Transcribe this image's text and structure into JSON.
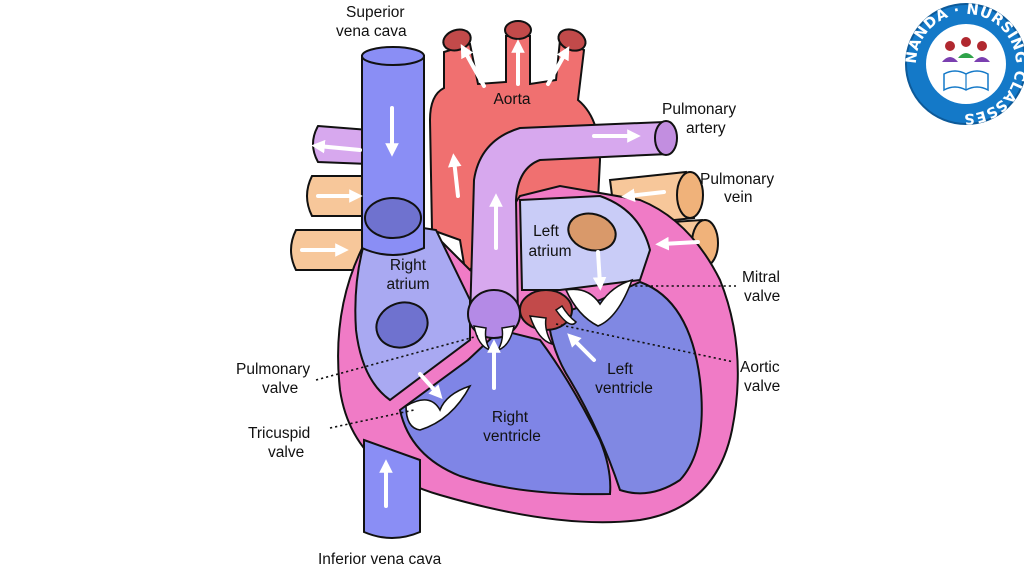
{
  "labels": {
    "superior_vena_cava_line1": "Superior",
    "superior_vena_cava_line2": "vena cava",
    "aorta": "Aorta",
    "pulmonary_artery_line1": "Pulmonary",
    "pulmonary_artery_line2": "artery",
    "pulmonary_vein_line1": "Pulmonary",
    "pulmonary_vein_line2": "vein",
    "left_atrium_line1": "Left",
    "left_atrium_line2": "atrium",
    "right_atrium_line1": "Right",
    "right_atrium_line2": "atrium",
    "mitral_valve_line1": "Mitral",
    "mitral_valve_line2": "valve",
    "pulmonary_valve_line1": "Pulmonary",
    "pulmonary_valve_line2": "valve",
    "aortic_valve_line1": "Aortic",
    "aortic_valve_line2": "valve",
    "left_ventricle_line1": "Left",
    "left_ventricle_line2": "ventricle",
    "tricuspid_valve_line1": "Tricuspid",
    "tricuspid_valve_line2": "valve",
    "right_ventricle_line1": "Right",
    "right_ventricle_line2": "ventricle",
    "inferior_vena_cava": "Inferior vena cava"
  },
  "logo": {
    "ring_text": "NANDA · NURSING CLASSES"
  },
  "colors": {
    "vena_cava": "#8a8ef5",
    "aorta": "#f07070",
    "pulmonary_artery": "#d7a8ee",
    "pulmonary_vein": "#f7c79a",
    "heart_wall": "#f07bc6",
    "right_atrium": "#a9a9f2",
    "right_ventricle": "#7f85e6",
    "left_atrium": "#c9ccf7",
    "left_ventricle": "#8088e3",
    "logo_blue": "#1479c8"
  }
}
